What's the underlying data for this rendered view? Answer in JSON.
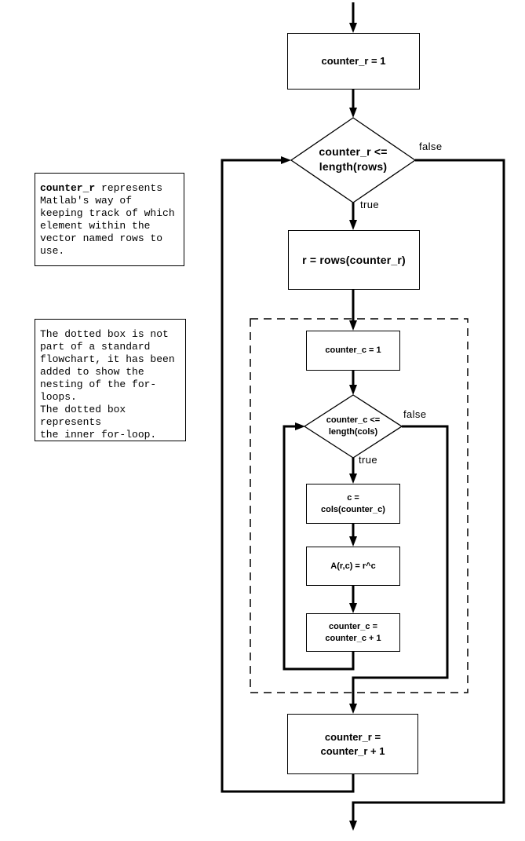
{
  "colors": {
    "line": "#000000",
    "background": "#ffffff",
    "text": "#000000"
  },
  "flowchart": {
    "init_r_box": {
      "label": "counter_r = 1"
    },
    "outer_decision": {
      "line1": "counter_r <=",
      "line2": "length(rows)",
      "false_label": "false",
      "true_label": "true"
    },
    "assign_r_box": {
      "label": "r = rows(counter_r)"
    },
    "init_c_box": {
      "label": "counter_c = 1"
    },
    "inner_decision": {
      "line1": "counter_c <=",
      "line2": "length(cols)",
      "false_label": "false",
      "true_label": "true"
    },
    "assign_c_box": {
      "line1": "c =",
      "line2": "cols(counter_c)"
    },
    "compute_box": {
      "label": "A(r,c) = r^c"
    },
    "increment_c_box": {
      "line1": "counter_c =",
      "line2": "counter_c + 1"
    },
    "increment_r_box": {
      "line1": "counter_r =",
      "line2": "counter_r + 1"
    }
  },
  "notes": {
    "note1": {
      "bold_term": "counter_r",
      "first_line_rest": " represents",
      "lines": [
        "Matlab's way of",
        "keeping track of which",
        "element within the",
        "vector named rows to",
        "use."
      ]
    },
    "note2": {
      "lines": [
        "The dotted box is not",
        "part of a standard",
        "flowchart, it has been",
        "added to show the",
        "nesting of the for-",
        "loops.",
        "The dotted box",
        "represents",
        "the inner for-loop."
      ]
    }
  }
}
